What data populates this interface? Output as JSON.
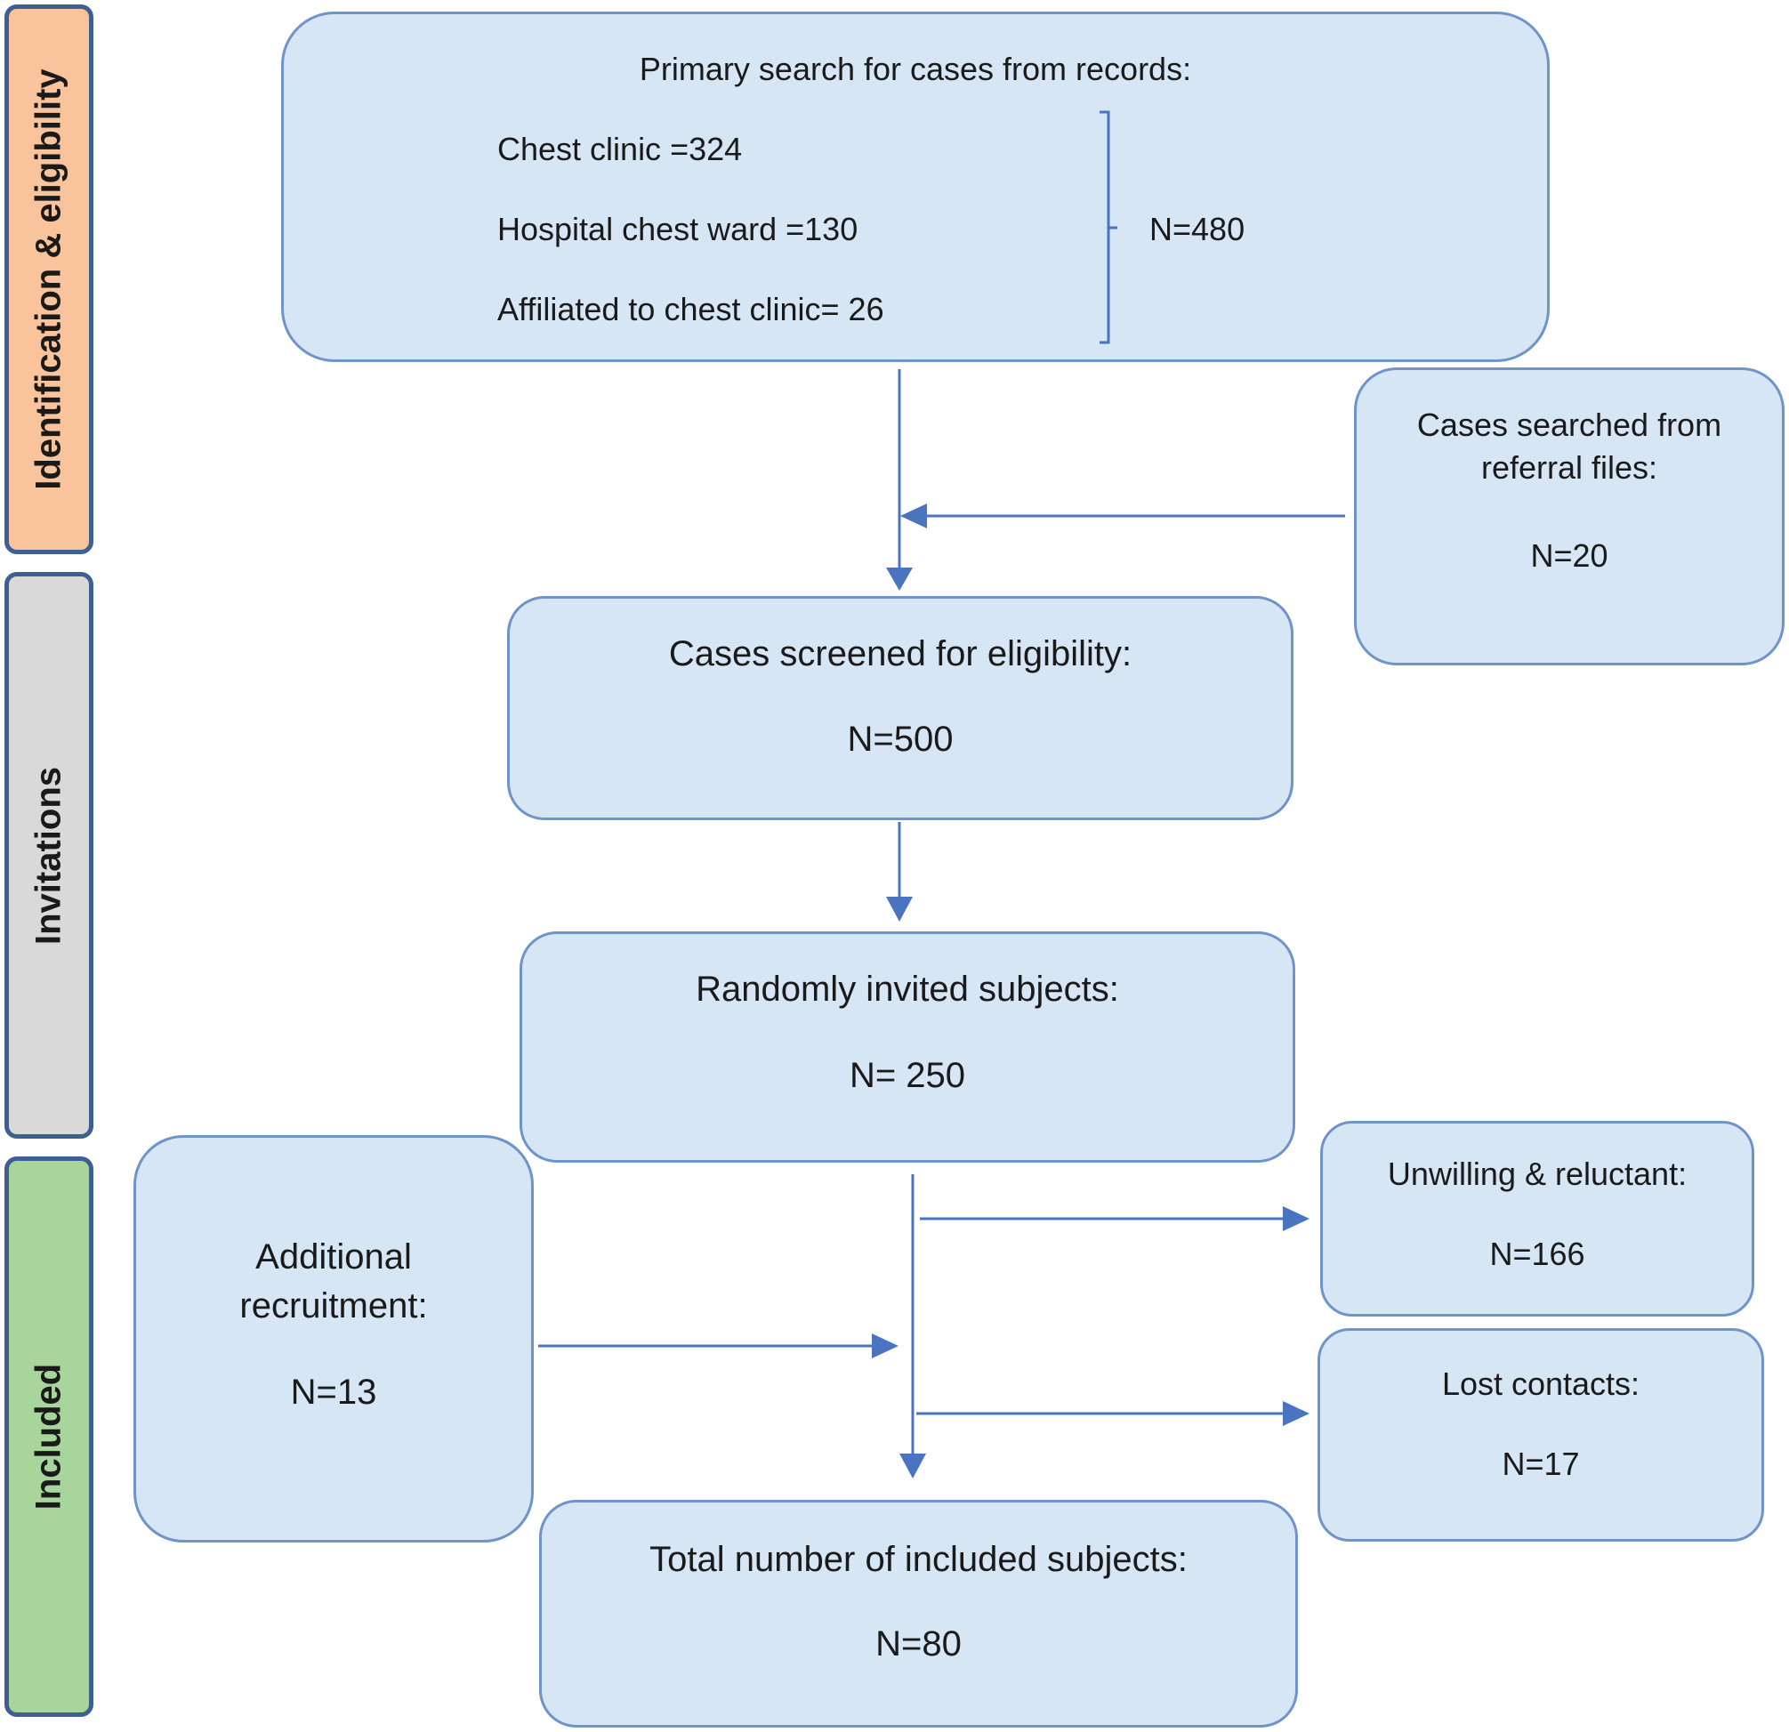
{
  "stages": {
    "identification": "Identification & eligibility",
    "invitations": "Invitations",
    "included": "Included"
  },
  "primary": {
    "title": "Primary search for cases from records:",
    "items": [
      "Chest clinic =324",
      "Hospital chest ward =130",
      "Affiliated to chest clinic= 26"
    ],
    "total": "N=480"
  },
  "referral": {
    "title_line1": "Cases searched from",
    "title_line2": "referral files:",
    "count": "N=20"
  },
  "screened": {
    "title": "Cases screened for eligibility:",
    "count": "N=500"
  },
  "invited": {
    "title": "Randomly invited subjects:",
    "count": "N= 250"
  },
  "additional": {
    "title_line1": "Additional",
    "title_line2": "recruitment:",
    "count": "N=13"
  },
  "unwilling": {
    "title": "Unwilling & reluctant:",
    "count": "N=166"
  },
  "lost": {
    "title": "Lost contacts:",
    "count": "N=17"
  },
  "total": {
    "title": "Total number of included subjects:",
    "count": "N=80"
  },
  "colors": {
    "box_fill": "#d6e6f4",
    "box_border": "#6f94c9",
    "arrow": "#4a74c0",
    "stage_border": "#3d5f92",
    "stage_identification": "#f9c39b",
    "stage_invitations": "#d9d9d9",
    "stage_included": "#a7d59b"
  }
}
